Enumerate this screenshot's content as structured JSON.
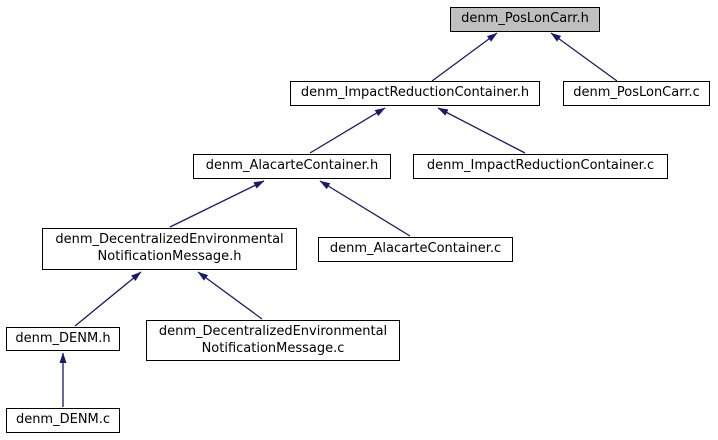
{
  "colors": {
    "arrow": "#191970",
    "border": "#000000",
    "node_fill": "#ffffff",
    "highlight_fill": "#bfbfbf",
    "background": "#ffffff",
    "text": "#000000"
  },
  "graph": {
    "type": "include-dependency-graph",
    "root": "denm_PosLonCarr.h",
    "nodes": [
      {
        "id": "denm_PosLonCarr.h",
        "label": "denm_PosLonCarr.h",
        "highlighted": true
      },
      {
        "id": "denm_ImpactReductionContainer.h",
        "label": "denm_ImpactReductionContainer.h",
        "highlighted": false
      },
      {
        "id": "denm_PosLonCarr.c",
        "label": "denm_PosLonCarr.c",
        "highlighted": false
      },
      {
        "id": "denm_AlacarteContainer.h",
        "label": "denm_AlacarteContainer.h",
        "highlighted": false
      },
      {
        "id": "denm_ImpactReductionContainer.c",
        "label": "denm_ImpactReductionContainer.c",
        "highlighted": false
      },
      {
        "id": "denm_DecentralizedEnvironmentalNotificationMessage.h",
        "label": "denm_DecentralizedEnvironmental\nNotificationMessage.h",
        "highlighted": false
      },
      {
        "id": "denm_AlacarteContainer.c",
        "label": "denm_AlacarteContainer.c",
        "highlighted": false
      },
      {
        "id": "denm_DENM.h",
        "label": "denm_DENM.h",
        "highlighted": false
      },
      {
        "id": "denm_DecentralizedEnvironmentalNotificationMessage.c",
        "label": "denm_DecentralizedEnvironmental\nNotificationMessage.c",
        "highlighted": false
      },
      {
        "id": "denm_DENM.c",
        "label": "denm_DENM.c",
        "highlighted": false
      }
    ],
    "edges": [
      {
        "from": "denm_ImpactReductionContainer.h",
        "to": "denm_PosLonCarr.h"
      },
      {
        "from": "denm_PosLonCarr.c",
        "to": "denm_PosLonCarr.h"
      },
      {
        "from": "denm_AlacarteContainer.h",
        "to": "denm_ImpactReductionContainer.h"
      },
      {
        "from": "denm_ImpactReductionContainer.c",
        "to": "denm_ImpactReductionContainer.h"
      },
      {
        "from": "denm_DecentralizedEnvironmentalNotificationMessage.h",
        "to": "denm_AlacarteContainer.h"
      },
      {
        "from": "denm_AlacarteContainer.c",
        "to": "denm_AlacarteContainer.h"
      },
      {
        "from": "denm_DENM.h",
        "to": "denm_DecentralizedEnvironmentalNotificationMessage.h"
      },
      {
        "from": "denm_DecentralizedEnvironmentalNotificationMessage.c",
        "to": "denm_DecentralizedEnvironmentalNotificationMessage.h"
      },
      {
        "from": "denm_DENM.c",
        "to": "denm_DENM.h"
      }
    ]
  }
}
